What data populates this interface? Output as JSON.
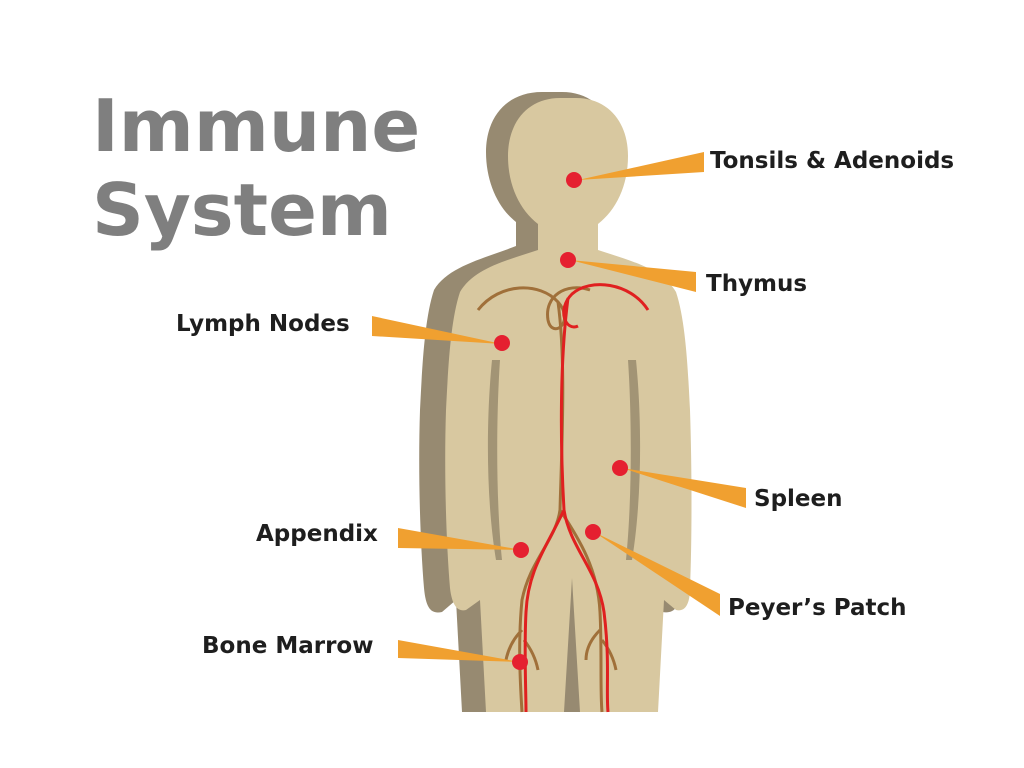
{
  "title": {
    "line1": "Immune",
    "line2": "System"
  },
  "labels": {
    "tonsils": "Tonsils & Adenoids",
    "thymus": "Thymus",
    "lymph_nodes": "Lymph Nodes",
    "spleen": "Spleen",
    "appendix": "Appendix",
    "peyers_patch": "Peyer’s Patch",
    "bone_marrow": "Bone Marrow"
  },
  "colors": {
    "body": "#d8c8a0",
    "body_shadow": "#8c7d62",
    "pointer": "#f0a030",
    "marker": "#e52030",
    "artery": "#e02020",
    "vein": "#a0703a",
    "title": "#7f7f7f",
    "label_text": "#1e1e1e"
  }
}
